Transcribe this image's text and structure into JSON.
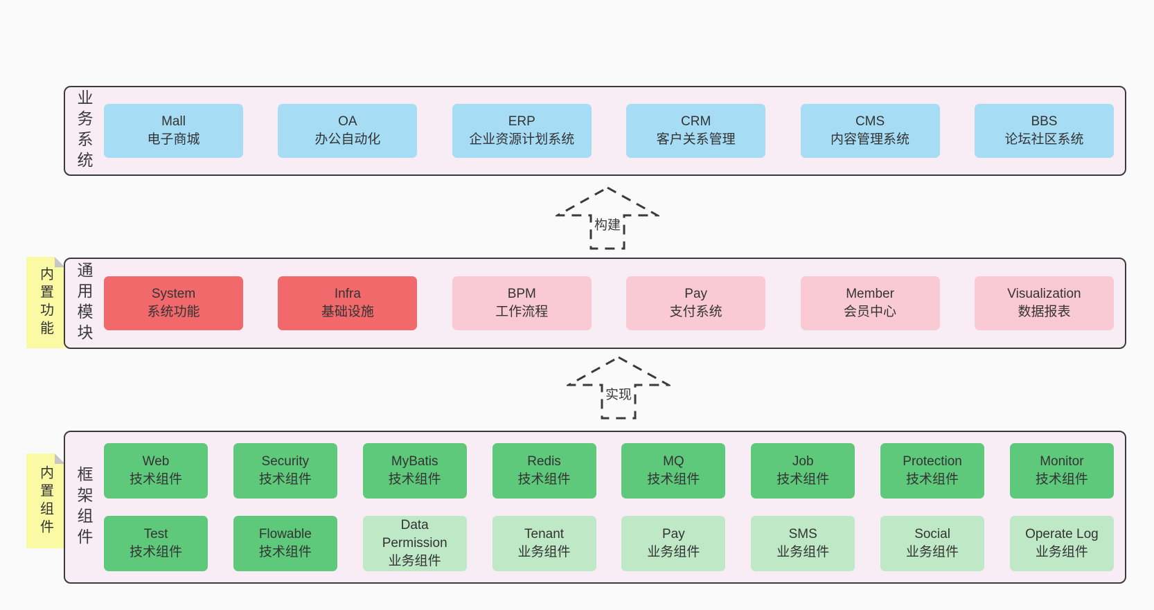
{
  "colors": {
    "page_bg": "#fafafa",
    "panel_bg": "#f8ecf5",
    "panel_border": "#3a3a3a",
    "node_blue": "#a6dcf4",
    "node_red": "#f1696b",
    "node_pink": "#facad4",
    "node_green": "#5ec97a",
    "node_light_green": "#bee8c6",
    "note_yellow": "#fafaa5",
    "note_fold": "#c6c6c6",
    "text": "#333333"
  },
  "layers": [
    {
      "label": "业务系统",
      "boxes": [
        {
          "name": "Mall",
          "desc": "电子商城"
        },
        {
          "name": "OA",
          "desc": "办公自动化"
        },
        {
          "name": "ERP",
          "desc": "企业资源计划系统"
        },
        {
          "name": "CRM",
          "desc": "客户关系管理"
        },
        {
          "name": "CMS",
          "desc": "内容管理系统"
        },
        {
          "name": "BBS",
          "desc": "论坛社区系统"
        }
      ]
    },
    {
      "label": "通用模块",
      "note": "内置功能",
      "boxes": [
        {
          "name": "System",
          "desc": "系统功能"
        },
        {
          "name": "Infra",
          "desc": "基础设施"
        },
        {
          "name": "BPM",
          "desc": "工作流程"
        },
        {
          "name": "Pay",
          "desc": "支付系统"
        },
        {
          "name": "Member",
          "desc": "会员中心"
        },
        {
          "name": "Visualization",
          "desc": "数据报表"
        }
      ]
    },
    {
      "label": "框架组件",
      "note": "内置组件",
      "rows": [
        [
          {
            "name": "Web",
            "desc": "技术组件"
          },
          {
            "name": "Security",
            "desc": "技术组件"
          },
          {
            "name": "MyBatis",
            "desc": "技术组件"
          },
          {
            "name": "Redis",
            "desc": "技术组件"
          },
          {
            "name": "MQ",
            "desc": "技术组件"
          },
          {
            "name": "Job",
            "desc": "技术组件"
          },
          {
            "name": "Protection",
            "desc": "技术组件"
          },
          {
            "name": "Monitor",
            "desc": "技术组件"
          }
        ],
        [
          {
            "name": "Test",
            "desc": "技术组件"
          },
          {
            "name": "Flowable",
            "desc": "技术组件"
          },
          {
            "name": "Data Permission",
            "desc": "业务组件"
          },
          {
            "name": "Tenant",
            "desc": "业务组件"
          },
          {
            "name": "Pay",
            "desc": "业务组件"
          },
          {
            "name": "SMS",
            "desc": "业务组件"
          },
          {
            "name": "Social",
            "desc": "业务组件"
          },
          {
            "name": "Operate Log",
            "desc": "业务组件"
          }
        ]
      ]
    }
  ],
  "arrows": [
    {
      "label": "构建"
    },
    {
      "label": "实现"
    }
  ]
}
